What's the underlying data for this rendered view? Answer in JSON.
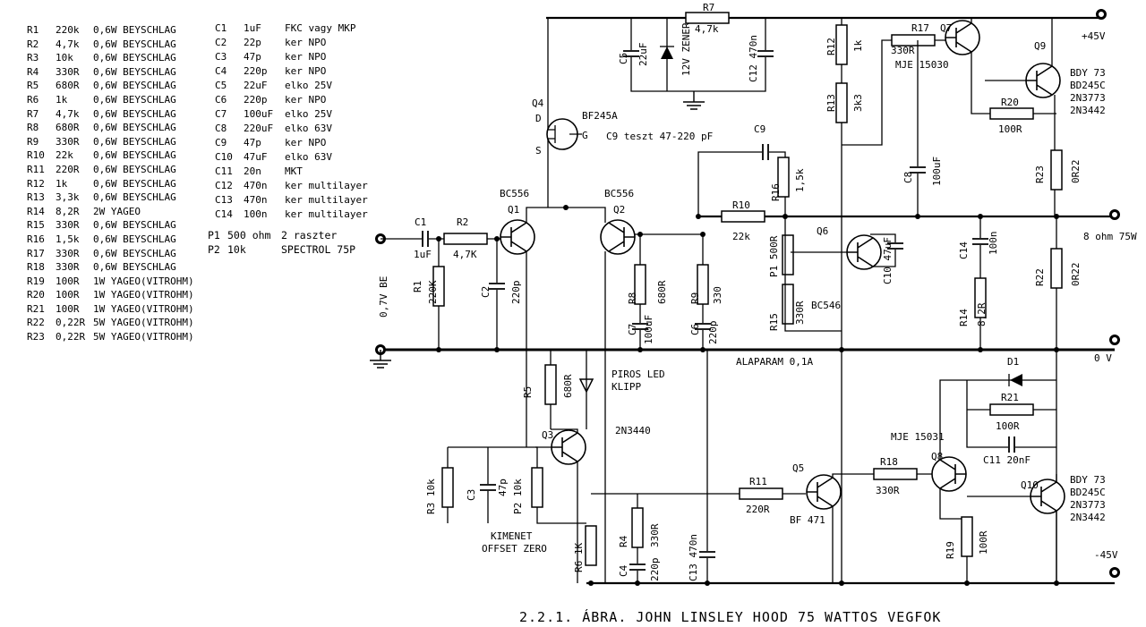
{
  "parts_list": {
    "resistors": [
      {
        "ref": "R1",
        "value": "220k",
        "spec": "0,6W BEYSCHLAG"
      },
      {
        "ref": "R2",
        "value": "4,7k",
        "spec": "0,6W BEYSCHLAG"
      },
      {
        "ref": "R3",
        "value": "10k",
        "spec": "0,6W BEYSCHLAG"
      },
      {
        "ref": "R4",
        "value": "330R",
        "spec": "0,6W BEYSCHLAG"
      },
      {
        "ref": "R5",
        "value": "680R",
        "spec": "0,6W BEYSCHLAG"
      },
      {
        "ref": "R6",
        "value": "1k",
        "spec": "0,6W BEYSCHLAG"
      },
      {
        "ref": "R7",
        "value": "4,7k",
        "spec": "0,6W BEYSCHLAG"
      },
      {
        "ref": "R8",
        "value": "680R",
        "spec": "0,6W BEYSCHLAG"
      },
      {
        "ref": "R9",
        "value": "330R",
        "spec": "0,6W BEYSCHLAG"
      },
      {
        "ref": "R10",
        "value": "22k",
        "spec": "0,6W BEYSCHLAG"
      },
      {
        "ref": "R11",
        "value": "220R",
        "spec": "0,6W BEYSCHLAG"
      },
      {
        "ref": "R12",
        "value": "1k",
        "spec": "0,6W BEYSCHLAG"
      },
      {
        "ref": "R13",
        "value": "3,3k",
        "spec": "0,6W BEYSCHLAG"
      },
      {
        "ref": "R14",
        "value": "8,2R",
        "spec": "2W YAGEO"
      },
      {
        "ref": "R15",
        "value": "330R",
        "spec": "0,6W BEYSCHLAG"
      },
      {
        "ref": "R16",
        "value": "1,5k",
        "spec": "0,6W BEYSCHLAG"
      },
      {
        "ref": "R17",
        "value": "330R",
        "spec": "0,6W BEYSCHLAG"
      },
      {
        "ref": "R18",
        "value": "330R",
        "spec": "0,6W BEYSCHLAG"
      },
      {
        "ref": "R19",
        "value": "100R",
        "spec": "1W YAGEO(VITROHM)"
      },
      {
        "ref": "R20",
        "value": "100R",
        "spec": "1W YAGEO(VITROHM)"
      },
      {
        "ref": "R21",
        "value": "100R",
        "spec": "1W YAGEO(VITROHM)"
      },
      {
        "ref": "R22",
        "value": "0,22R",
        "spec": "5W YAGEO(VITROHM)"
      },
      {
        "ref": "R23",
        "value": "0,22R",
        "spec": "5W YAGEO(VITROHM)"
      }
    ],
    "capacitors": [
      {
        "ref": "C1",
        "value": "1uF",
        "spec": "FKC vagy MKP"
      },
      {
        "ref": "C2",
        "value": "22p",
        "spec": "ker NPO"
      },
      {
        "ref": "C3",
        "value": "47p",
        "spec": "ker NPO"
      },
      {
        "ref": "C4",
        "value": "220p",
        "spec": "ker NPO"
      },
      {
        "ref": "C5",
        "value": "22uF",
        "spec": "elko 25V"
      },
      {
        "ref": "C6",
        "value": "220p",
        "spec": "ker NPO"
      },
      {
        "ref": "C7",
        "value": "100uF",
        "spec": "elko 25V"
      },
      {
        "ref": "C8",
        "value": "220uF",
        "spec": "elko 63V"
      },
      {
        "ref": "C9",
        "value": "47p",
        "spec": "ker NPO"
      },
      {
        "ref": "C10",
        "value": "47uF",
        "spec": "elko 63V"
      },
      {
        "ref": "C11",
        "value": "20n",
        "spec": "MKT"
      },
      {
        "ref": "C12",
        "value": "470n",
        "spec": "ker multilayer"
      },
      {
        "ref": "C13",
        "value": "470n",
        "spec": "ker multilayer"
      },
      {
        "ref": "C14",
        "value": "100n",
        "spec": "ker multilayer"
      }
    ],
    "pots": [
      {
        "ref": "P1",
        "value": "500 ohm",
        "spec": "2 raszter"
      },
      {
        "ref": "P2",
        "value": "10k",
        "spec": "SPECTROL 75P"
      }
    ]
  },
  "schematic": {
    "title": "2.2.1. ÁBRA. JOHN LINSLEY HOOD 75 WATTOS VEGFOK",
    "rails": {
      "pos": "+45V",
      "out": "8 ohm 75W",
      "gnd": "0 V",
      "neg": "-45V",
      "input": "0,7V BE"
    },
    "notes": {
      "c9": "C9 teszt 47-220 pF",
      "bias": "ALAPARAM 0,1A",
      "led1": "PIROS LED",
      "led2": "KLIPP",
      "offset1": "KIMENET",
      "offset2": "OFFSET ZERO",
      "zener": "12V ZENER",
      "q4d": "D",
      "q4g": "G",
      "q4s": "S"
    },
    "labels": {
      "R1": "R1",
      "R1v": "220K",
      "R2": "R2",
      "R2v": "4,7K",
      "C1": "C1",
      "C1v": "1uF",
      "C2": "C2",
      "C2v": "220p",
      "Q1": "Q1",
      "Q1t": "BC556",
      "Q2": "Q2",
      "Q2t": "BC556",
      "Q4": "Q4",
      "Q4t": "BF245A",
      "R7": "R7",
      "R7v": "4,7k",
      "C5": "C5",
      "C5v": "22uF",
      "C12": "C12 470n",
      "R12": "R12",
      "R12v": "1k",
      "R13": "R13",
      "R13v": "3k3",
      "R17": "R17",
      "R17v": "330R",
      "Q7": "Q7",
      "Q7t": "MJE 15030",
      "Q9": "Q9",
      "Q9t": [
        "BDY 73",
        "BD245C",
        "2N3773",
        "2N3442"
      ],
      "R20": "R20",
      "R20v": "100R",
      "R23": "R23",
      "R23v": "0R22",
      "C8": "C8",
      "C8v": "100uF",
      "C9": "C9",
      "R16": "R16",
      "R16v": "1,5k",
      "R10": "R10",
      "R10v": "22k",
      "P1": "P1 500R",
      "Q6": "Q6",
      "Q6t": "BC546",
      "C10": "C10 47uF",
      "R15": "R15",
      "R15v": "330R",
      "C14": "C14",
      "C14v": "100n",
      "R14": "R14",
      "R14v": "8,2R",
      "R22": "R22",
      "R22v": "0R22",
      "R8": "R8",
      "R8v": "680R",
      "R9": "R9",
      "R9v": "330",
      "C7": "C7",
      "C7v": "100uF",
      "C6": "C6",
      "C6v": "220p",
      "R5": "R5",
      "R5v": "680R",
      "Q3": "Q3",
      "Q3t": "2N3440",
      "R3": "R3 10k",
      "C3": "C3",
      "C3v": "47p",
      "P2": "P2 10k",
      "R6": "R6 1K",
      "R4": "R4",
      "R4v": "330R",
      "C4": "C4",
      "C4v": "220p",
      "C13": "C13 470n",
      "R11": "R11",
      "R11v": "220R",
      "Q5": "Q5",
      "Q5t": "BF 471",
      "R18": "R18",
      "R18v": "330R",
      "Q8": "Q8",
      "Q8t": "MJE 15031",
      "D1": "D1",
      "R21": "R21",
      "R21v": "100R",
      "C11": "C11 20nF",
      "R19": "R19",
      "R19v": "100R",
      "Q10": "Q10",
      "Q10t": [
        "BDY 73",
        "BD245C",
        "2N3773",
        "2N3442"
      ]
    }
  }
}
